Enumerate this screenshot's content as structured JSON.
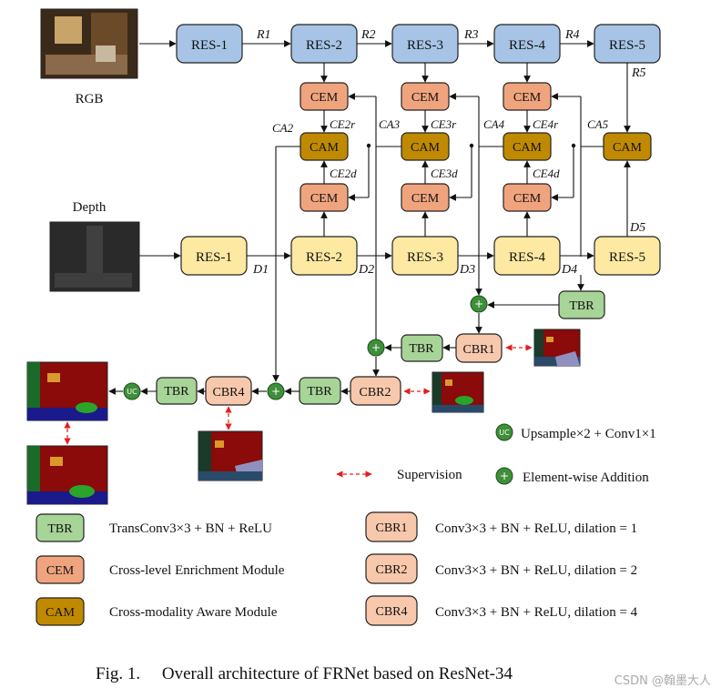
{
  "inputs": {
    "rgb_label": "RGB",
    "depth_label": "Depth"
  },
  "rgb_stream": [
    "RES-1",
    "RES-2",
    "RES-3",
    "RES-4",
    "RES-5"
  ],
  "depth_stream": [
    "RES-1",
    "RES-2",
    "RES-3",
    "RES-4",
    "RES-5"
  ],
  "rgb_features": [
    "R1",
    "R2",
    "R3",
    "R4",
    "R5"
  ],
  "depth_features": [
    "D1",
    "D2",
    "D3",
    "D4",
    "D5"
  ],
  "modules": {
    "cem": "CEM",
    "cam": "CAM",
    "tbr": "TBR",
    "cbr1": "CBR1",
    "cbr2": "CBR2",
    "cbr4": "CBR4"
  },
  "annotations": {
    "ca": [
      "CA2",
      "CA3",
      "CA4",
      "CA5"
    ],
    "ce_r": [
      "CE2r",
      "CE3r",
      "CE4r"
    ],
    "ce_d": [
      "CE2d",
      "CE3d",
      "CE4d"
    ]
  },
  "legend": {
    "upsample": "Upsample×2 + Conv1×1",
    "supervision": "Supervision",
    "addition": "Element-wise Addition",
    "tbr": "TransConv3×3 + BN + ReLU",
    "cem": "Cross-level Enrichment Module",
    "cam": "Cross-modality Aware Module",
    "cbr1": "Conv3×3 + BN + ReLU, dilation = 1",
    "cbr2": "Conv3×3 + BN + ReLU, dilation = 2",
    "cbr4": "Conv3×3 + BN + ReLU, dilation = 4"
  },
  "caption": "Fig. 1.     Overall architecture of FRNet based on ResNet-34",
  "watermark": "CSDN @翰墨大人",
  "colors": {
    "res_rgb": "#a7c4e6",
    "res_depth": "#fde9a2",
    "cem": "#f0a47e",
    "cam": "#c08a00",
    "tbr": "#a7d497",
    "cbr": "#f8c8ad",
    "node": "#3f8f3a",
    "supervision": "#e02020"
  }
}
